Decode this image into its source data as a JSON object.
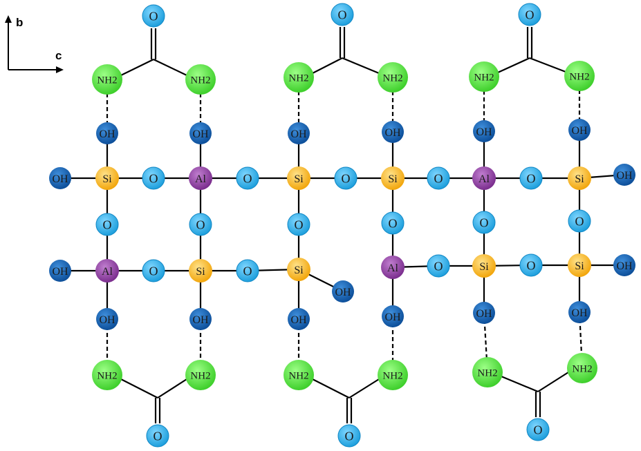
{
  "axes": {
    "b_label": "b",
    "c_label": "c"
  },
  "colors": {
    "si": "#f7b21b",
    "al": "#8e3fa0",
    "o": "#29aee8",
    "oh": "#1565b3",
    "nh2": "#4ddd3c",
    "bond": "#000000"
  },
  "atoms": [
    {
      "id": "a1",
      "t": "oh",
      "label": "OH"
    },
    {
      "id": "a2",
      "t": "si",
      "label": "Si"
    },
    {
      "id": "a3",
      "t": "o",
      "label": "O"
    },
    {
      "id": "a4",
      "t": "al",
      "label": "Al"
    },
    {
      "id": "a5",
      "t": "o",
      "label": "O"
    },
    {
      "id": "a6",
      "t": "si",
      "label": "Si"
    },
    {
      "id": "a7",
      "t": "o",
      "label": "O"
    },
    {
      "id": "a8",
      "t": "si",
      "label": "Si"
    },
    {
      "id": "a9",
      "t": "o",
      "label": "O"
    },
    {
      "id": "a10",
      "t": "al",
      "label": "Al"
    },
    {
      "id": "a11",
      "t": "o",
      "label": "O"
    },
    {
      "id": "a12",
      "t": "si",
      "label": "Si"
    },
    {
      "id": "a13",
      "t": "oh",
      "label": "OH"
    },
    {
      "id": "b1",
      "t": "oh",
      "label": "OH"
    },
    {
      "id": "b2",
      "t": "al",
      "label": "Al"
    },
    {
      "id": "b3",
      "t": "o",
      "label": "O"
    },
    {
      "id": "b4",
      "t": "si",
      "label": "Si"
    },
    {
      "id": "b5",
      "t": "o",
      "label": "O"
    },
    {
      "id": "b6",
      "t": "si",
      "label": "Si"
    },
    {
      "id": "b7",
      "t": "oh",
      "label": "OH"
    },
    {
      "id": "b8",
      "t": "al",
      "label": "Al"
    },
    {
      "id": "b9",
      "t": "o",
      "label": "O"
    },
    {
      "id": "b10",
      "t": "si",
      "label": "Si"
    },
    {
      "id": "b11",
      "t": "o",
      "label": "O"
    },
    {
      "id": "b12",
      "t": "si",
      "label": "Si"
    },
    {
      "id": "b13",
      "t": "oh",
      "label": "OH"
    },
    {
      "id": "v1",
      "t": "o",
      "label": "O"
    },
    {
      "id": "v2",
      "t": "o",
      "label": "O"
    },
    {
      "id": "v3",
      "t": "o",
      "label": "O"
    },
    {
      "id": "v4",
      "t": "o",
      "label": "O"
    },
    {
      "id": "v5",
      "t": "o",
      "label": "O"
    },
    {
      "id": "v6",
      "t": "o",
      "label": "O"
    },
    {
      "id": "u1",
      "t": "oh",
      "label": "OH"
    },
    {
      "id": "u2",
      "t": "oh",
      "label": "OH"
    },
    {
      "id": "u3",
      "t": "oh",
      "label": "OH"
    },
    {
      "id": "u4",
      "t": "oh",
      "label": "OH"
    },
    {
      "id": "u5",
      "t": "oh",
      "label": "OH"
    },
    {
      "id": "u6",
      "t": "oh",
      "label": "OH"
    },
    {
      "id": "d1",
      "t": "oh",
      "label": "OH"
    },
    {
      "id": "d2",
      "t": "oh",
      "label": "OH"
    },
    {
      "id": "d3",
      "t": "oh",
      "label": "OH"
    },
    {
      "id": "d4",
      "t": "oh",
      "label": "OH"
    },
    {
      "id": "d5",
      "t": "oh",
      "label": "OH"
    },
    {
      "id": "d6",
      "t": "oh",
      "label": "OH"
    },
    {
      "id": "tn1",
      "t": "nh2",
      "label": "NH2"
    },
    {
      "id": "tn2",
      "t": "nh2",
      "label": "NH2"
    },
    {
      "id": "tn3",
      "t": "nh2",
      "label": "NH2"
    },
    {
      "id": "tn4",
      "t": "nh2",
      "label": "NH2"
    },
    {
      "id": "tn5",
      "t": "nh2",
      "label": "NH2"
    },
    {
      "id": "tn6",
      "t": "nh2",
      "label": "NH2"
    },
    {
      "id": "to1",
      "t": "o",
      "label": "O"
    },
    {
      "id": "to2",
      "t": "o",
      "label": "O"
    },
    {
      "id": "to3",
      "t": "o",
      "label": "O"
    },
    {
      "id": "bn1",
      "t": "nh2",
      "label": "NH2"
    },
    {
      "id": "bn2",
      "t": "nh2",
      "label": "NH2"
    },
    {
      "id": "bn3",
      "t": "nh2",
      "label": "NH2"
    },
    {
      "id": "bn4",
      "t": "nh2",
      "label": "NH2"
    },
    {
      "id": "bn5",
      "t": "nh2",
      "label": "NH2"
    },
    {
      "id": "bn6",
      "t": "nh2",
      "label": "NH2"
    },
    {
      "id": "bo1",
      "t": "o",
      "label": "O"
    },
    {
      "id": "bo2",
      "t": "o",
      "label": "O"
    },
    {
      "id": "bo3",
      "t": "o",
      "label": "O"
    }
  ],
  "bonds": [
    [
      "a1",
      "a2"
    ],
    [
      "a2",
      "a3"
    ],
    [
      "a3",
      "a4"
    ],
    [
      "a4",
      "a5"
    ],
    [
      "a5",
      "a6"
    ],
    [
      "a6",
      "a7"
    ],
    [
      "a7",
      "a8"
    ],
    [
      "a8",
      "a9"
    ],
    [
      "a9",
      "a10"
    ],
    [
      "a10",
      "a11"
    ],
    [
      "a11",
      "a12"
    ],
    [
      "a12",
      "a13"
    ],
    [
      "b1",
      "b2"
    ],
    [
      "b2",
      "b3"
    ],
    [
      "b3",
      "b4"
    ],
    [
      "b4",
      "b5"
    ],
    [
      "b5",
      "b6"
    ],
    [
      "b6",
      "b7"
    ],
    [
      "b8",
      "b9"
    ],
    [
      "b9",
      "b10"
    ],
    [
      "b10",
      "b11"
    ],
    [
      "b11",
      "b12"
    ],
    [
      "b12",
      "b13"
    ],
    [
      "a2",
      "v1"
    ],
    [
      "v1",
      "b2"
    ],
    [
      "a4",
      "v2"
    ],
    [
      "v2",
      "b4"
    ],
    [
      "a6",
      "v3"
    ],
    [
      "v3",
      "b6"
    ],
    [
      "a8",
      "v4"
    ],
    [
      "v4",
      "b8"
    ],
    [
      "a10",
      "v5"
    ],
    [
      "v5",
      "b10"
    ],
    [
      "a12",
      "v6"
    ],
    [
      "v6",
      "b12"
    ],
    [
      "u1",
      "a2"
    ],
    [
      "u2",
      "a4"
    ],
    [
      "u3",
      "a6"
    ],
    [
      "u4",
      "a8"
    ],
    [
      "u5",
      "a10"
    ],
    [
      "u6",
      "a12"
    ],
    [
      "b2",
      "d1"
    ],
    [
      "b4",
      "d2"
    ],
    [
      "b6",
      "d3"
    ],
    [
      "b8",
      "d4"
    ],
    [
      "b10",
      "d5"
    ],
    [
      "b12",
      "d6"
    ]
  ],
  "hbonds": [
    [
      "tn1",
      "u1"
    ],
    [
      "tn2",
      "u2"
    ],
    [
      "tn3",
      "u3"
    ],
    [
      "tn4",
      "u4"
    ],
    [
      "tn5",
      "u5"
    ],
    [
      "tn6",
      "u6"
    ],
    [
      "d1",
      "bn1"
    ],
    [
      "d2",
      "bn2"
    ],
    [
      "d3",
      "bn3"
    ],
    [
      "d4",
      "bn4"
    ],
    [
      "d5",
      "bn5"
    ],
    [
      "d6",
      "bn6"
    ]
  ],
  "ureas": [
    {
      "n1": "tn1",
      "n2": "tn2",
      "o": "to1",
      "up": true
    },
    {
      "n1": "tn3",
      "n2": "tn4",
      "o": "to2",
      "up": true
    },
    {
      "n1": "tn5",
      "n2": "tn6",
      "o": "to3",
      "up": true
    },
    {
      "n1": "bn1",
      "n2": "bn2",
      "o": "bo1",
      "up": false
    },
    {
      "n1": "bn3",
      "n2": "bn4",
      "o": "bo2",
      "up": false
    },
    {
      "n1": "bn5",
      "n2": "bn6",
      "o": "bo3",
      "up": false
    }
  ]
}
